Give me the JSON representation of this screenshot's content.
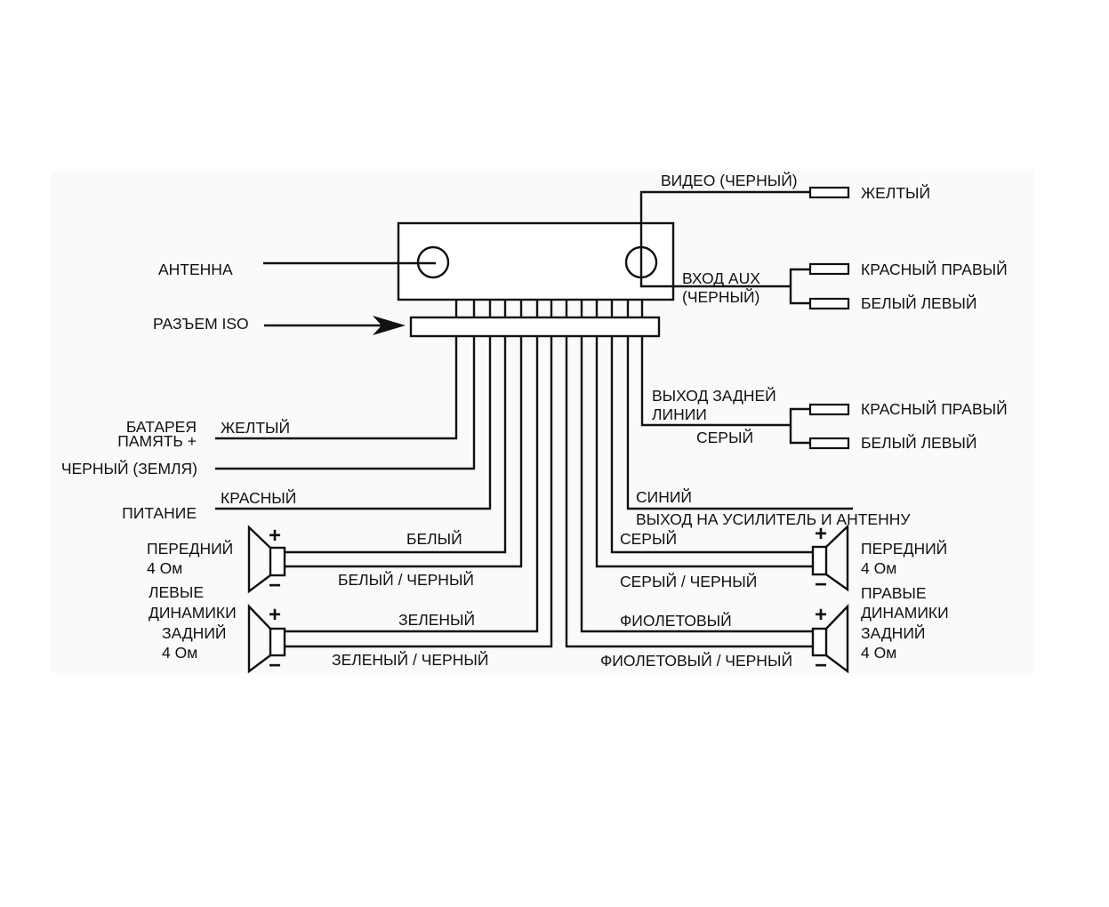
{
  "colors": {
    "line": "#111111",
    "panel": "#fafafa",
    "page": "#ffffff"
  },
  "head_unit": {
    "antenna_label": "АНТЕННА",
    "iso_connector_label": "РАЗЪЕМ ISO",
    "video": {
      "label": "ВИДЕО (ЧЕРНЫЙ)",
      "plug": "ЖЕЛТЫЙ"
    },
    "aux_in": {
      "label_line1": "ВХОД AUX",
      "label_line2": "(ЧЕРНЫЙ)",
      "plug_right": "КРАСНЫЙ ПРАВЫЙ",
      "plug_left": "БЕЛЫЙ ЛЕВЫЙ"
    }
  },
  "rear_line_out": {
    "label_line1": "ВЫХОД ЗАДНЕЙ",
    "label_line2": "ЛИНИИ",
    "wire_color": "СЕРЫЙ",
    "plug_right": "КРАСНЫЙ ПРАВЫЙ",
    "plug_left": "БЕЛЫЙ ЛЕВЫЙ"
  },
  "power": {
    "battery": {
      "label_line1": "БАТАРЕЯ",
      "label_line2": "ПАМЯТЬ +",
      "wire_color": "ЖЕЛТЫЙ"
    },
    "ground": {
      "label": "ЧЕРНЫЙ (ЗЕМЛЯ)"
    },
    "ignition": {
      "label": "ПИТАНИЕ",
      "wire_color": "КРАСНЫЙ"
    }
  },
  "amp_antenna_out": {
    "wire_color": "СИНИЙ",
    "label": "ВЫХОД НА УСИЛИТЕЛЬ И АНТЕННУ"
  },
  "polarity": {
    "positive": "+",
    "negative": "−"
  },
  "speakers": {
    "left": {
      "group_line1": "ЛЕВЫЕ",
      "group_line2": "ДИНАМИКИ",
      "front": {
        "position": "ПЕРЕДНИЙ",
        "impedance": "4 Ом",
        "positive_wire": "БЕЛЫЙ",
        "negative_wire": "БЕЛЫЙ / ЧЕРНЫЙ"
      },
      "rear": {
        "position": "ЗАДНИЙ",
        "impedance": "4 Ом",
        "positive_wire": "ЗЕЛЕНЫЙ",
        "negative_wire": "ЗЕЛЕНЫЙ / ЧЕРНЫЙ"
      }
    },
    "right": {
      "group_line1": "ПРАВЫЕ",
      "group_line2": "ДИНАМИКИ",
      "front": {
        "position": "ПЕРЕДНИЙ",
        "impedance": "4 Ом",
        "positive_wire": "СЕРЫЙ",
        "negative_wire": "СЕРЫЙ / ЧЕРНЫЙ"
      },
      "rear": {
        "position": "ЗАДНИЙ",
        "impedance": "4 Ом",
        "positive_wire": "ФИОЛЕТОВЫЙ",
        "negative_wire": "ФИОЛЕТОВЫЙ / ЧЕРНЫЙ"
      }
    }
  }
}
